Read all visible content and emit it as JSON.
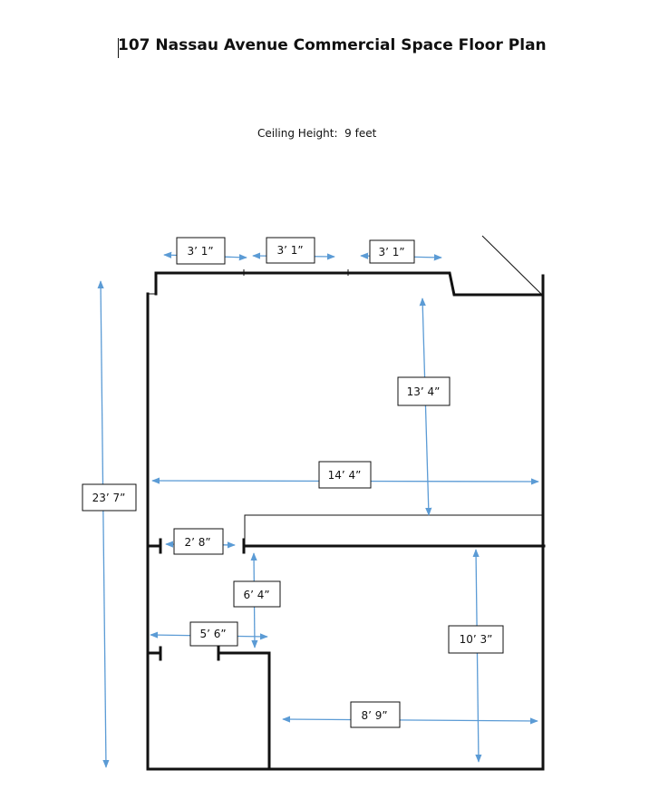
{
  "title": "107 Nassau Avenue Commercial Space Floor Plan",
  "ceiling": {
    "label": "Ceiling Height:",
    "value": "9 feet",
    "text": "Ceiling Height:  9 feet"
  },
  "dimensions": {
    "window_1": "3’ 1”",
    "window_2": "3’ 1”",
    "window_3": "3’ 1”",
    "front_depth": "13’ 4”",
    "overall_depth": "23’ 7”",
    "overall_width": "14’ 4”",
    "door_opening": "2’ 8”",
    "hall_length": "6’ 4”",
    "rear_depth": "10’ 3”",
    "side_room_width": "5’ 6”",
    "rear_width": "8’ 9”"
  },
  "colors": {
    "dimension_arrow": "#5b9bd5",
    "wall": "#111111"
  }
}
